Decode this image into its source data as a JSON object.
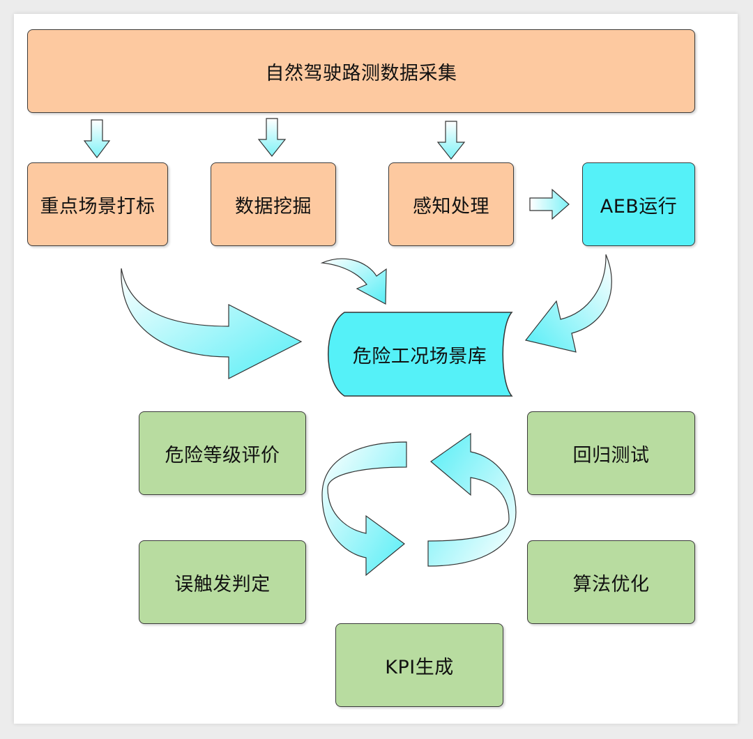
{
  "nodes": {
    "collection": "自然驾驶路测数据采集",
    "key_scene_tagging": "重点场景打标",
    "data_mining": "数据挖掘",
    "perception": "感知处理",
    "aeb_run": "AEB运行",
    "scenario_db": "危险工况场景库",
    "risk_eval": "危险等级评价",
    "regression_test": "回归测试",
    "false_trigger": "误触发判定",
    "algo_opt": "算法优化",
    "kpi": "KPI生成"
  },
  "colors": {
    "orange": "#fdc9a0",
    "cyan": "#55f1f8",
    "green": "#b8dca0",
    "arrow_fill_start": "#ffffff",
    "arrow_fill_end": "#5feef6",
    "stroke": "#3a3a3a"
  }
}
